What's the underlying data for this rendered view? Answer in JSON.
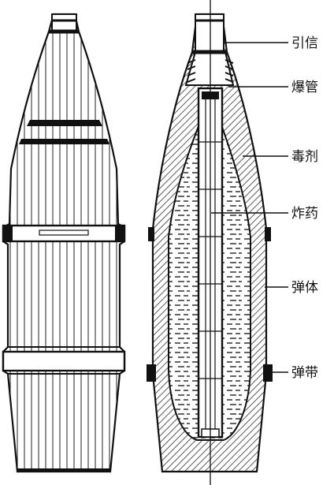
{
  "figure": {
    "background_color": "#ffffff",
    "line_color": "#111111",
    "hatch_color": "#444444",
    "left_view": "exterior",
    "right_view": "cutaway",
    "callouts": [
      {
        "id": "fuze",
        "label": "引信"
      },
      {
        "id": "detonator",
        "label": "爆管"
      },
      {
        "id": "toxic-agent",
        "label": "毒剂"
      },
      {
        "id": "burster",
        "label": "炸药"
      },
      {
        "id": "projectile-body",
        "label": "弹体"
      },
      {
        "id": "rotating-band",
        "label": "弹带"
      }
    ]
  }
}
